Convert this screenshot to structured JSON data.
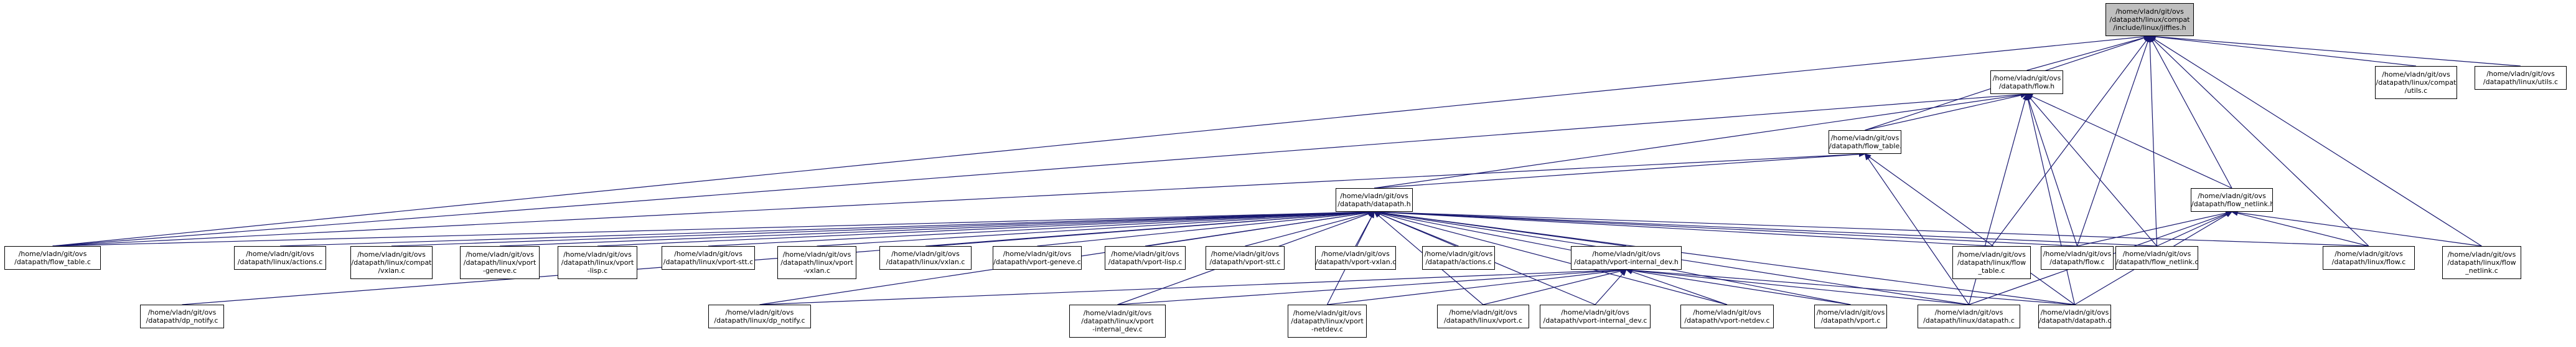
{
  "nodes": [
    {
      "id": "linux_compat_jiffies_h",
      "lines": [
        "/home/vladn/git/ovs",
        "/datapath/linux/compat",
        "/include/linux/jiffies.h"
      ],
      "root": true
    },
    {
      "id": "flow_h",
      "lines": [
        "/home/vladn/git/ovs",
        "/datapath/flow.h"
      ]
    },
    {
      "id": "compat_utils_c",
      "lines": [
        "/home/vladn/git/ovs",
        "/datapath/linux/compat",
        "/utils.c"
      ]
    },
    {
      "id": "linux_utils_c",
      "lines": [
        "/home/vladn/git/ovs",
        "/datapath/linux/utils.c"
      ]
    },
    {
      "id": "flow_table_h",
      "lines": [
        "/home/vladn/git/ovs",
        "/datapath/flow_table.h"
      ]
    },
    {
      "id": "datapath_h",
      "lines": [
        "/home/vladn/git/ovs",
        "/datapath/datapath.h"
      ]
    },
    {
      "id": "flow_netlink_h",
      "lines": [
        "/home/vladn/git/ovs",
        "/datapath/flow_netlink.h"
      ]
    },
    {
      "id": "flow_table_c",
      "lines": [
        "/home/vladn/git/ovs",
        "/datapath/flow_table.c"
      ]
    },
    {
      "id": "linux_actions_c",
      "lines": [
        "/home/vladn/git/ovs",
        "/datapath/linux/actions.c"
      ]
    },
    {
      "id": "compat_vxlan_c",
      "lines": [
        "/home/vladn/git/ovs",
        "/datapath/linux/compat",
        "/vxlan.c"
      ]
    },
    {
      "id": "linux_vport_geneve_c",
      "lines": [
        "/home/vladn/git/ovs",
        "/datapath/linux/vport",
        "-geneve.c"
      ]
    },
    {
      "id": "linux_vport_lisp_c",
      "lines": [
        "/home/vladn/git/ovs",
        "/datapath/linux/vport",
        "-lisp.c"
      ]
    },
    {
      "id": "linux_vport_stt_c",
      "lines": [
        "/home/vladn/git/ovs",
        "/datapath/linux/vport-stt.c"
      ]
    },
    {
      "id": "linux_vport_vxlan_c",
      "lines": [
        "/home/vladn/git/ovs",
        "/datapath/linux/vport",
        "-vxlan.c"
      ]
    },
    {
      "id": "linux_vxlan_c",
      "lines": [
        "/home/vladn/git/ovs",
        "/datapath/linux/vxlan.c"
      ]
    },
    {
      "id": "vport_geneve_c",
      "lines": [
        "/home/vladn/git/ovs",
        "/datapath/vport-geneve.c"
      ]
    },
    {
      "id": "vport_lisp_c",
      "lines": [
        "/home/vladn/git/ovs",
        "/datapath/vport-lisp.c"
      ]
    },
    {
      "id": "vport_stt_c",
      "lines": [
        "/home/vladn/git/ovs",
        "/datapath/vport-stt.c"
      ]
    },
    {
      "id": "vport_vxlan_c",
      "lines": [
        "/home/vladn/git/ovs",
        "/datapath/vport-vxlan.c"
      ]
    },
    {
      "id": "actions_c",
      "lines": [
        "/home/vladn/git/ovs",
        "/datapath/actions.c"
      ]
    },
    {
      "id": "vport_internal_dev_h",
      "lines": [
        "/home/vladn/git/ovs",
        "/datapath/vport-internal_dev.h"
      ]
    },
    {
      "id": "linux_flow_table_c",
      "lines": [
        "/home/vladn/git/ovs",
        "/datapath/linux/flow",
        "_table.c"
      ]
    },
    {
      "id": "flow_c",
      "lines": [
        "/home/vladn/git/ovs",
        "/datapath/flow.c"
      ]
    },
    {
      "id": "flow_netlink_c",
      "lines": [
        "/home/vladn/git/ovs",
        "/datapath/flow_netlink.c"
      ]
    },
    {
      "id": "linux_flow_c",
      "lines": [
        "/home/vladn/git/ovs",
        "/datapath/linux/flow.c"
      ]
    },
    {
      "id": "linux_flow_netlink_c",
      "lines": [
        "/home/vladn/git/ovs",
        "/datapath/linux/flow",
        "_netlink.c"
      ]
    },
    {
      "id": "dp_notify_c",
      "lines": [
        "/home/vladn/git/ovs",
        "/datapath/dp_notify.c"
      ]
    },
    {
      "id": "linux_dp_notify_c",
      "lines": [
        "/home/vladn/git/ovs",
        "/datapath/linux/dp_notify.c"
      ]
    },
    {
      "id": "linux_vport_internal_dev_c",
      "lines": [
        "/home/vladn/git/ovs",
        "/datapath/linux/vport",
        "-internal_dev.c"
      ]
    },
    {
      "id": "linux_vport_netdev_c",
      "lines": [
        "/home/vladn/git/ovs",
        "/datapath/linux/vport",
        "-netdev.c"
      ]
    },
    {
      "id": "linux_vport_c",
      "lines": [
        "/home/vladn/git/ovs",
        "/datapath/linux/vport.c"
      ]
    },
    {
      "id": "vport_internal_dev_c",
      "lines": [
        "/home/vladn/git/ovs",
        "/datapath/vport-internal_dev.c"
      ]
    },
    {
      "id": "vport_netdev_c",
      "lines": [
        "/home/vladn/git/ovs",
        "/datapath/vport-netdev.c"
      ]
    },
    {
      "id": "vport_c",
      "lines": [
        "/home/vladn/git/ovs",
        "/datapath/vport.c"
      ]
    },
    {
      "id": "linux_datapath_c",
      "lines": [
        "/home/vladn/git/ovs",
        "/datapath/linux/datapath.c"
      ]
    },
    {
      "id": "datapath_c",
      "lines": [
        "/home/vladn/git/ovs",
        "/datapath/datapath.c"
      ]
    }
  ],
  "edges": [
    [
      "flow_h",
      "linux_compat_jiffies_h"
    ],
    [
      "compat_utils_c",
      "linux_compat_jiffies_h"
    ],
    [
      "linux_utils_c",
      "linux_compat_jiffies_h"
    ],
    [
      "flow_table_h",
      "linux_compat_jiffies_h"
    ],
    [
      "flow_netlink_h",
      "linux_compat_jiffies_h"
    ],
    [
      "flow_table_c",
      "linux_compat_jiffies_h"
    ],
    [
      "linux_flow_table_c",
      "linux_compat_jiffies_h"
    ],
    [
      "flow_c",
      "linux_compat_jiffies_h"
    ],
    [
      "flow_netlink_c",
      "linux_compat_jiffies_h"
    ],
    [
      "linux_flow_c",
      "linux_compat_jiffies_h"
    ],
    [
      "linux_flow_netlink_c",
      "linux_compat_jiffies_h"
    ],
    [
      "flow_table_h",
      "flow_h"
    ],
    [
      "datapath_h",
      "flow_h"
    ],
    [
      "flow_netlink_h",
      "flow_h"
    ],
    [
      "flow_table_c",
      "flow_h"
    ],
    [
      "flow_c",
      "flow_h"
    ],
    [
      "flow_netlink_c",
      "flow_h"
    ],
    [
      "linux_datapath_c",
      "flow_h"
    ],
    [
      "datapath_c",
      "flow_h"
    ],
    [
      "datapath_h",
      "flow_table_h"
    ],
    [
      "flow_table_c",
      "flow_table_h"
    ],
    [
      "linux_datapath_c",
      "flow_table_h"
    ],
    [
      "datapath_c",
      "flow_table_h"
    ],
    [
      "flow_table_c",
      "datapath_h"
    ],
    [
      "linux_actions_c",
      "datapath_h"
    ],
    [
      "compat_vxlan_c",
      "datapath_h"
    ],
    [
      "linux_vport_geneve_c",
      "datapath_h"
    ],
    [
      "linux_vport_lisp_c",
      "datapath_h"
    ],
    [
      "linux_vport_stt_c",
      "datapath_h"
    ],
    [
      "linux_vport_vxlan_c",
      "datapath_h"
    ],
    [
      "linux_vxlan_c",
      "datapath_h"
    ],
    [
      "vport_geneve_c",
      "datapath_h"
    ],
    [
      "vport_lisp_c",
      "datapath_h"
    ],
    [
      "vport_stt_c",
      "datapath_h"
    ],
    [
      "vport_vxlan_c",
      "datapath_h"
    ],
    [
      "actions_c",
      "datapath_h"
    ],
    [
      "vport_internal_dev_h",
      "datapath_h"
    ],
    [
      "linux_flow_table_c",
      "datapath_h"
    ],
    [
      "flow_c",
      "datapath_h"
    ],
    [
      "flow_netlink_c",
      "datapath_h"
    ],
    [
      "linux_flow_c",
      "datapath_h"
    ],
    [
      "dp_notify_c",
      "datapath_h"
    ],
    [
      "linux_dp_notify_c",
      "datapath_h"
    ],
    [
      "linux_vport_internal_dev_c",
      "datapath_h"
    ],
    [
      "linux_vport_netdev_c",
      "datapath_h"
    ],
    [
      "linux_vport_c",
      "datapath_h"
    ],
    [
      "vport_internal_dev_c",
      "datapath_h"
    ],
    [
      "vport_netdev_c",
      "datapath_h"
    ],
    [
      "vport_c",
      "datapath_h"
    ],
    [
      "linux_datapath_c",
      "datapath_h"
    ],
    [
      "datapath_c",
      "datapath_h"
    ],
    [
      "flow_c",
      "flow_netlink_h"
    ],
    [
      "flow_netlink_c",
      "flow_netlink_h"
    ],
    [
      "linux_flow_c",
      "flow_netlink_h"
    ],
    [
      "linux_flow_netlink_c",
      "flow_netlink_h"
    ],
    [
      "linux_datapath_c",
      "flow_netlink_h"
    ],
    [
      "datapath_c",
      "flow_netlink_h"
    ],
    [
      "linux_dp_notify_c",
      "vport_internal_dev_h"
    ],
    [
      "linux_vport_internal_dev_c",
      "vport_internal_dev_h"
    ],
    [
      "linux_vport_netdev_c",
      "vport_internal_dev_h"
    ],
    [
      "linux_vport_c",
      "vport_internal_dev_h"
    ],
    [
      "vport_internal_dev_c",
      "vport_internal_dev_h"
    ],
    [
      "vport_netdev_c",
      "vport_internal_dev_h"
    ],
    [
      "vport_c",
      "vport_internal_dev_h"
    ],
    [
      "linux_datapath_c",
      "vport_internal_dev_h"
    ],
    [
      "datapath_c",
      "vport_internal_dev_h"
    ]
  ]
}
